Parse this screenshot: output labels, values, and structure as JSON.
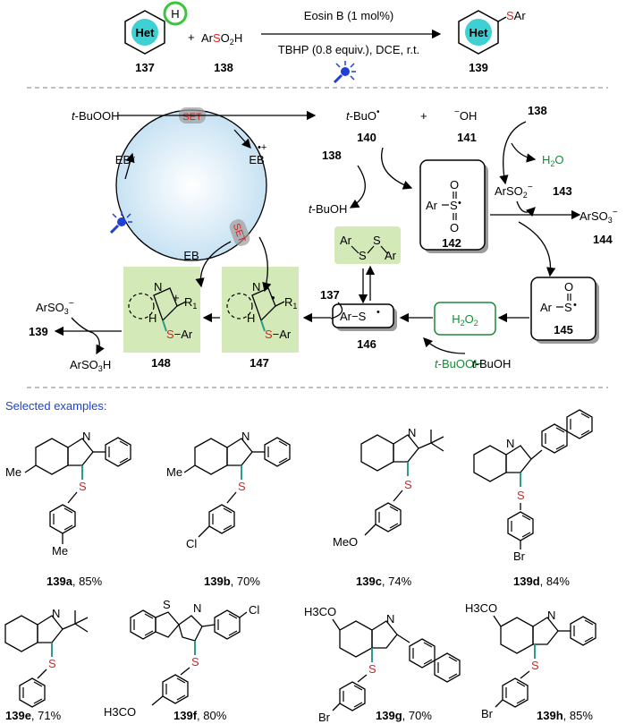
{
  "top": {
    "reactant1": {
      "ring": "Het",
      "atom": "H",
      "num": "137"
    },
    "plus": "+",
    "reactant2": {
      "text": "ArSO2H",
      "num": "138"
    },
    "conditions_top": "Eosin B (1 mol%)",
    "conditions_bottom": "TBHP (0.8 equiv.), DCE, r.t.",
    "product": {
      "ring": "Het",
      "group": "SAr",
      "num": "139"
    }
  },
  "mechanism": {
    "tbuooh": "t-BuOOH",
    "set1": "SET",
    "set2": "SET",
    "eb_star": "EB*",
    "eb_plus": "EB",
    "eb_plus_sup": "•+",
    "eb": "EB",
    "tbuo": "t-BuO",
    "n140": "140",
    "plus": "+",
    "oh": "OH",
    "n141": "141",
    "n138a": "138",
    "n138b": "138",
    "h2o": "H2O",
    "tbuoh1": "t-BuOH",
    "arso2": "ArSO2",
    "n143": "143",
    "ar142": "Ar",
    "s142": "S",
    "o": "O",
    "n142": "142",
    "arso3_144": "ArSO3",
    "n144": "144",
    "disulfide_ar1": "Ar",
    "disulfide_s1": "S",
    "disulfide_s2": "S",
    "disulfide_ar2": "Ar",
    "n137": "137",
    "ars146": "Ar−S",
    "n146": "146",
    "h2o2": "H2O2",
    "tbuooh2": "t-BuOOH",
    "tbuoh2": "t-BuOH",
    "ar145": "Ar",
    "s145": "S",
    "n145": "145",
    "n147": "147",
    "n148": "148",
    "sar147": "S−Ar",
    "sar148": "S−Ar",
    "r1": "R1",
    "n_atom": "N",
    "h_atom": "H",
    "arso3_left": "ArSO3",
    "arso3h": "ArSO3H",
    "n139": "139"
  },
  "examples": {
    "header": "Selected examples:",
    "items": [
      {
        "id": "139a",
        "yield": ", 85%",
        "sub1": "Me",
        "sub2": "Me"
      },
      {
        "id": "139b",
        "yield": ", 70%",
        "sub1": "Me",
        "sub2": "Cl"
      },
      {
        "id": "139c",
        "yield": ", 74%",
        "sub2": "MeO"
      },
      {
        "id": "139d",
        "yield": ", 84%",
        "sub2": "Br"
      },
      {
        "id": "139e",
        "yield": ", 71%"
      },
      {
        "id": "139f",
        "yield": ", 80%",
        "sub1": "Cl",
        "sub2": "H3CO"
      },
      {
        "id": "139g",
        "yield": ", 70%",
        "sub1": "H3CO",
        "sub2": "Br"
      },
      {
        "id": "139h",
        "yield": ", 85%",
        "sub1": "H3CO",
        "sub2": "Br"
      }
    ]
  },
  "atoms": {
    "N": "N",
    "S": "S"
  },
  "colors": {
    "circle": "#d9ecf7",
    "green_box": "#d4e9b8",
    "green_text": "#1a8a3a",
    "red": "#e02020",
    "blue": "#1f3fd6",
    "teal": "#2a9d8f"
  }
}
